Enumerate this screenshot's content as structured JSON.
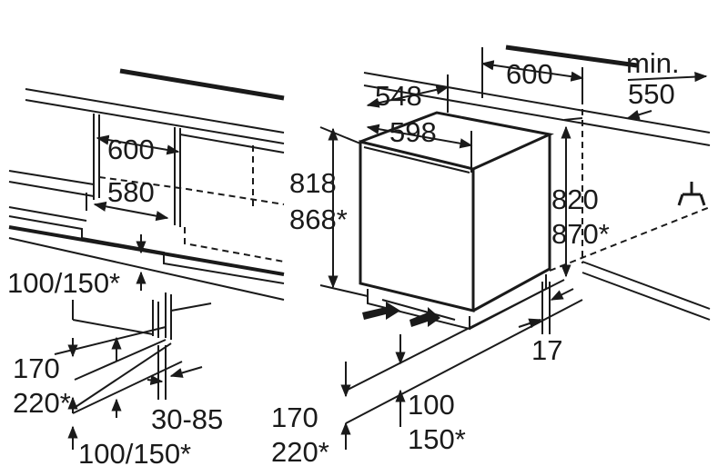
{
  "left_view": {
    "cabinet_width": "600",
    "cutout_width": "580",
    "plinth_height_top": "100/150*",
    "plinth_height_bottom": "100/150*",
    "height_a": "170",
    "height_b": "220*",
    "plinth_depth": "30-85"
  },
  "right_view": {
    "depth_overall": "600",
    "min_label": "min.",
    "min_depth": "550",
    "appliance_depth": "548",
    "appliance_width": "598",
    "appliance_height_a": "818",
    "appliance_height_b": "868*",
    "niche_height_a": "820",
    "niche_height_b": "870*",
    "plinth_offset": "17",
    "foot_height_a": "170",
    "foot_height_b": "220*",
    "plinth_height_a": "100",
    "plinth_height_b": "150*"
  },
  "colors": {
    "line": "#1a1a1a",
    "accent": "#1a1a1a"
  },
  "icons": [
    "arrow-icon",
    "tap-icon"
  ]
}
